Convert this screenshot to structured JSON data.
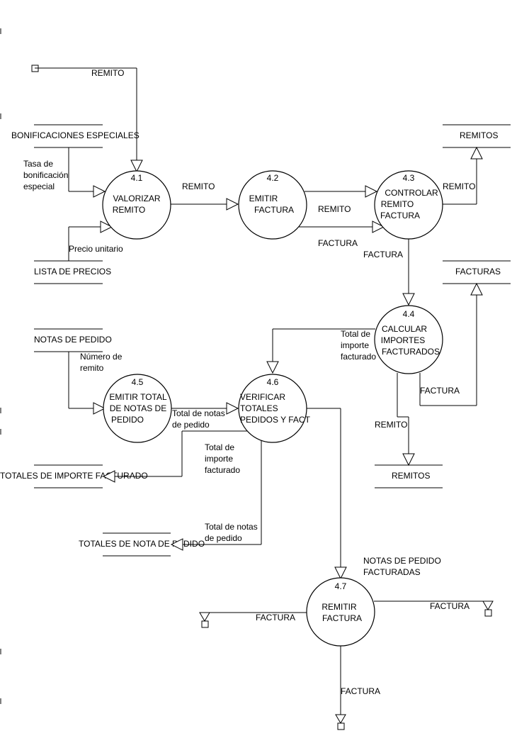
{
  "processes": {
    "p41": {
      "id": "4.1",
      "line1": "VALORIZAR",
      "line2": "REMITO"
    },
    "p42": {
      "id": "4.2",
      "line1": "EMITIR",
      "line2": "FACTURA"
    },
    "p43": {
      "id": "4.3",
      "line1": "CONTROLAR",
      "line2": "REMITO",
      "line3": "FACTURA"
    },
    "p44": {
      "id": "4.4",
      "line1": "CALCULAR",
      "line2": "IMPORTES",
      "line3": "FACTURADOS"
    },
    "p45": {
      "id": "4.5",
      "line1": "EMITIR TOTAL",
      "line2": "DE NOTAS DE",
      "line3": "PEDIDO"
    },
    "p46": {
      "id": "4.6",
      "line1": "VERIFICAR",
      "line2": "TOTALES",
      "line3": "PEDIDOS Y FACT"
    },
    "p47": {
      "id": "4.7",
      "line1": "REMITIR",
      "line2": "FACTURA"
    }
  },
  "stores": {
    "bonificaciones": "BONIFICACIONES ESPECIALES",
    "lista_precios": "LISTA DE PRECIOS",
    "remitos_top": "REMITOS",
    "facturas": "FACTURAS",
    "notas_pedido": "NOTAS DE PEDIDO",
    "remitos_bottom": "REMITOS",
    "totales_importe": "TOTALES DE IMPORTE FACTURADO",
    "totales_nota": "TOTALES DE NOTA DE PEDIDO"
  },
  "flows": {
    "remito_in": "REMITO",
    "tasa_1": "Tasa de",
    "tasa_2": "bonificación",
    "tasa_3": "especial",
    "precio_unitario": "Precio unitario",
    "remito_41_42": "REMITO",
    "remito_42_43": "REMITO",
    "factura_42_43": "FACTURA",
    "remito_43_store": "REMITO",
    "factura_43_44": "FACTURA",
    "total_imp_1": "Total de",
    "total_imp_2": "importe",
    "total_imp_3": "facturado",
    "factura_44_store": "FACTURA",
    "remito_44_store": "REMITO",
    "num_remito_1": "Número de",
    "num_remito_2": "remito",
    "total_notas_a_1": "Total de notas",
    "total_notas_a_2": "de pedido",
    "total_imp_b_1": "Total de",
    "total_imp_b_2": "importe",
    "total_imp_b_3": "facturado",
    "total_notas_b_1": "Total de notas",
    "total_notas_b_2": "de pedido",
    "notas_fact_1": "NOTAS DE PEDIDO",
    "notas_fact_2": "FACTURADAS",
    "factura_left": "FACTURA",
    "factura_right": "FACTURA",
    "factura_down": "FACTURA"
  }
}
